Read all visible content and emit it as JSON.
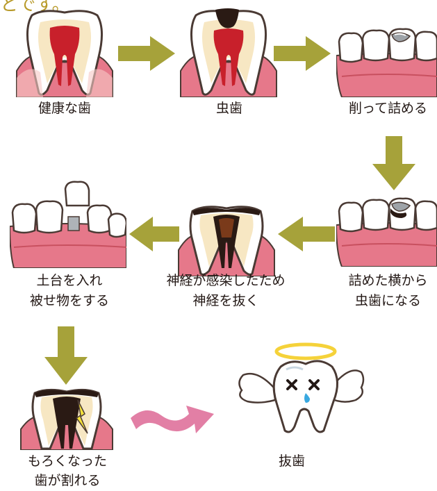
{
  "header": {
    "title": "とです。"
  },
  "steps": [
    {
      "id": "healthy",
      "label": "健康な歯"
    },
    {
      "id": "cavity",
      "label": "虫歯"
    },
    {
      "id": "filled",
      "label": "削って詰める"
    },
    {
      "id": "secondary-cavity",
      "label_line1": "詰めた横から",
      "label_line2": "虫歯になる"
    },
    {
      "id": "root-canal",
      "label_line1": "神経が感染したため",
      "label_line2": "神経を抜く"
    },
    {
      "id": "crown",
      "label_line1": "土台を入れ",
      "label_line2": "被せ物をする"
    },
    {
      "id": "cracked",
      "label_line1": "もろくなった",
      "label_line2": "歯が割れる"
    },
    {
      "id": "extraction",
      "label": "抜歯"
    }
  ],
  "colors": {
    "arrow": "#a6a23a",
    "pink_arrow": "#e27fa5",
    "gum": "#e6788a",
    "gum_inner": "#f6c9c6",
    "pulp": "#c8202b",
    "dentin": "#f7e7c3",
    "enamel": "#ffffff",
    "outline": "#4a3a34",
    "gold_title": "#b89a2a",
    "halo": "#f5d23a",
    "tear": "#39a8e0"
  }
}
